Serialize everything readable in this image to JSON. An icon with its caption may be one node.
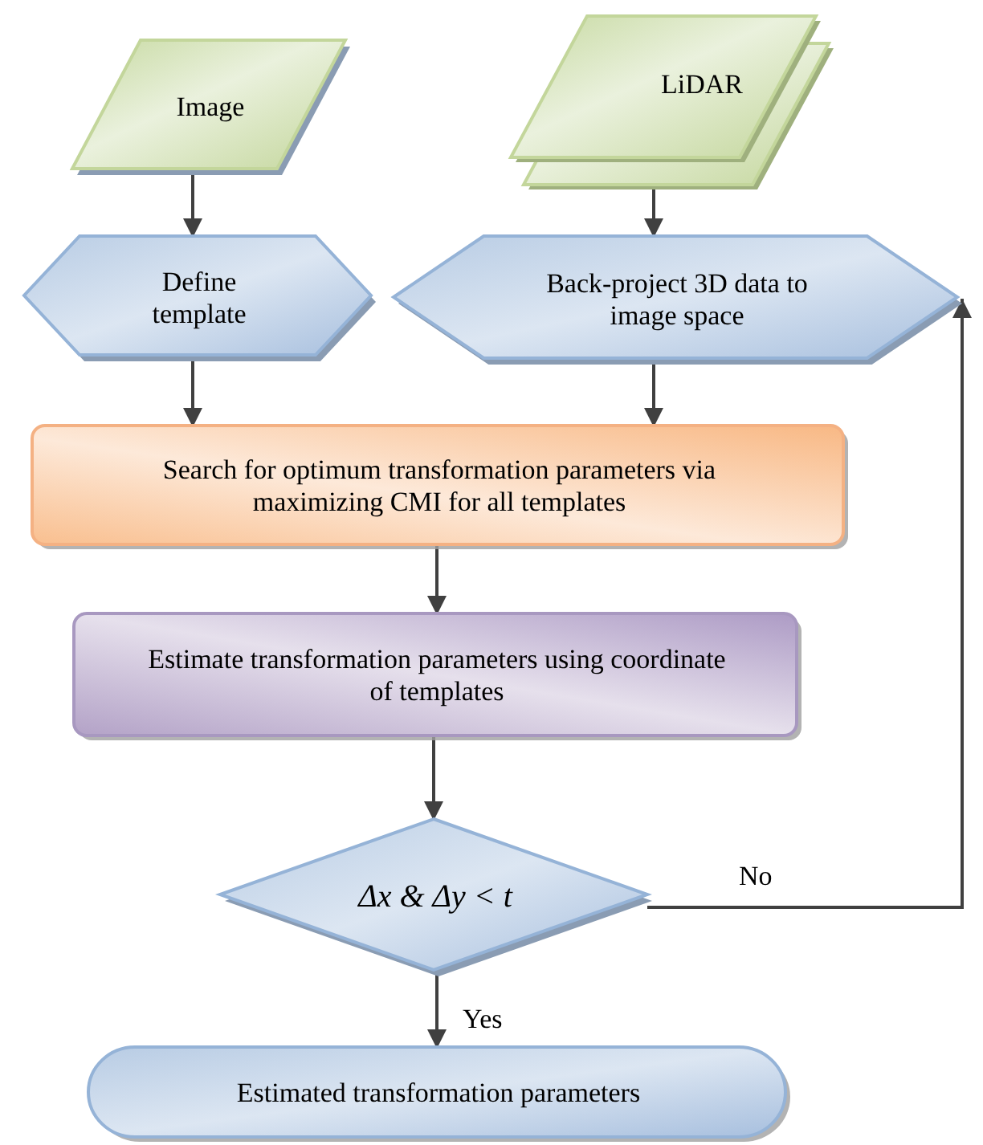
{
  "diagram": {
    "nodes": [
      {
        "text": [
          "Image"
        ]
      },
      {
        "text": [
          "LiDAR"
        ]
      },
      {
        "text": [
          "Define template"
        ]
      },
      {
        "text": [
          "Back-project 3D data to image space"
        ]
      },
      {
        "text": [
          "Search for optimum transformation parameters via maximizing CMI for all templates"
        ]
      },
      {
        "text": [
          "Estimate transformation parameters using coordinate of templates"
        ]
      },
      {
        "text": [
          "Δx & Δy < t"
        ]
      },
      {
        "text": [
          "Estimated transformation parameters"
        ]
      }
    ],
    "edges": [
      {
        "from": 0,
        "to": 2,
        "arrow": "to"
      },
      {
        "from": 1,
        "to": 3,
        "arrow": "to"
      },
      {
        "from": 2,
        "to": 4,
        "arrow": "to"
      },
      {
        "from": 3,
        "to": 4,
        "arrow": "to"
      },
      {
        "from": 4,
        "to": 5,
        "arrow": "to"
      },
      {
        "from": 5,
        "to": 6,
        "arrow": "to"
      },
      {
        "from": 6,
        "to": 7,
        "arrow": "to",
        "label": "Yes"
      },
      {
        "from": 6,
        "to": 3,
        "arrow": "to",
        "label": "No"
      }
    ]
  }
}
